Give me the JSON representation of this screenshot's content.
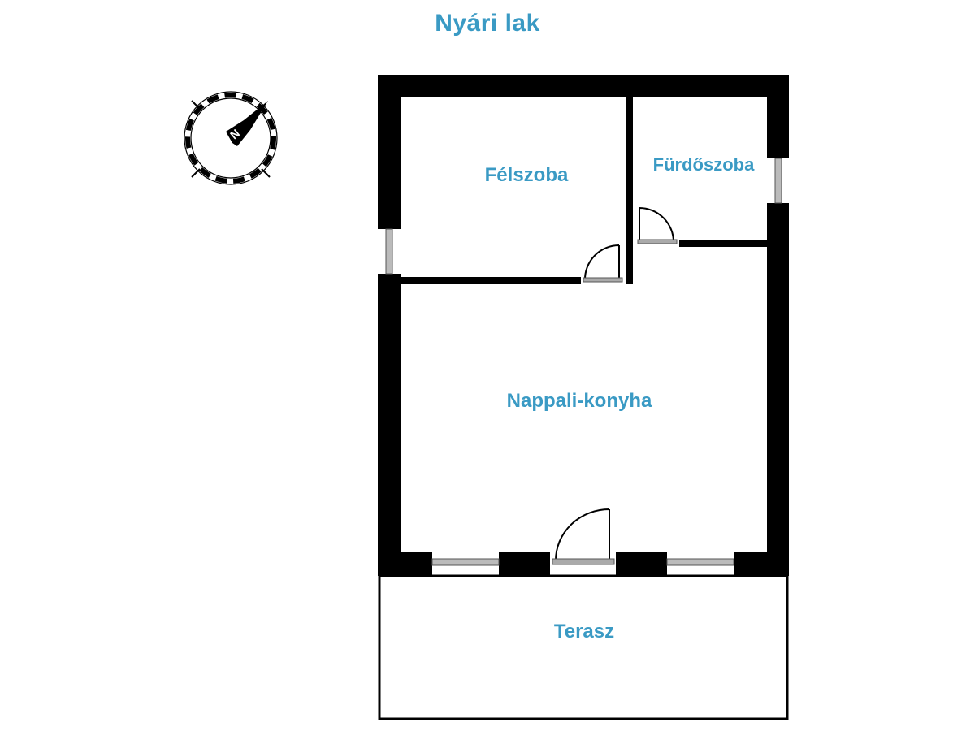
{
  "title": "Nyári lak",
  "compass": {
    "icon": "compass-north-arrow-icon",
    "letter": "N"
  },
  "rooms": [
    {
      "id": "felszoba",
      "label": "Félszoba"
    },
    {
      "id": "furdoszoba",
      "label": "Fürdőszoba"
    },
    {
      "id": "nappali",
      "label": "Nappali-konyha"
    },
    {
      "id": "terasz",
      "label": "Terasz"
    }
  ],
  "colors": {
    "label": "#3a9ac4",
    "wall": "#000000",
    "background": "#ffffff"
  }
}
